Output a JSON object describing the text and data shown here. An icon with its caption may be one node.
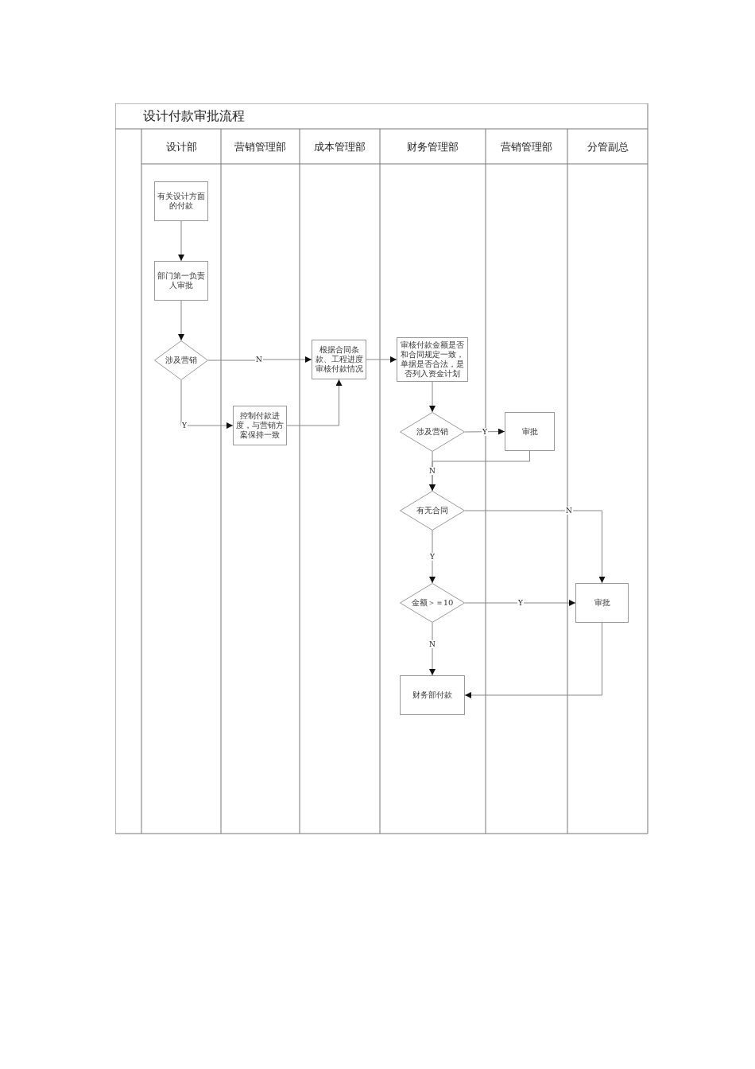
{
  "diagram": {
    "title": "设计付款审批流程",
    "nodes": [
      {
        "text": [
          "有关设计方面的付款"
        ]
      },
      {
        "text": [
          "部门第一负责人审批"
        ]
      },
      {
        "text": [
          "涉及营销"
        ]
      },
      {
        "text": [
          "控制付款进度，与营销方案保持一致"
        ]
      },
      {
        "text": [
          "根据合同条款、工程进度审核付款情况"
        ]
      },
      {
        "text": [
          "审核付款金额是否和合同规定一致，单据是否合法，是否列入资金计划"
        ]
      },
      {
        "text": [
          "涉及营销"
        ]
      },
      {
        "text": [
          "审批"
        ]
      },
      {
        "text": [
          "有无合同"
        ]
      },
      {
        "text": [
          "金额＞＝10"
        ]
      },
      {
        "text": [
          "审批"
        ]
      },
      {
        "text": [
          "财务部付款"
        ]
      }
    ],
    "edges": [
      {
        "from": 0,
        "to": 1,
        "arrow": "to"
      },
      {
        "from": 1,
        "to": 2,
        "arrow": "to"
      },
      {
        "from": 2,
        "to": 4,
        "arrow": "to",
        "label": "N"
      },
      {
        "from": 2,
        "to": 3,
        "arrow": "to",
        "label": "Y"
      },
      {
        "from": 3,
        "to": 4,
        "arrow": "to"
      },
      {
        "from": 4,
        "to": 5,
        "arrow": "to"
      },
      {
        "from": 5,
        "to": 6,
        "arrow": "to"
      },
      {
        "from": 6,
        "to": 7,
        "arrow": "to",
        "label": "Y"
      },
      {
        "from": 6,
        "to": 8,
        "arrow": "to",
        "label": "N"
      },
      {
        "from": 7,
        "to": 8,
        "arrow": "to"
      },
      {
        "from": 8,
        "to": 10,
        "arrow": "to",
        "label": "N"
      },
      {
        "from": 8,
        "to": 9,
        "arrow": "to",
        "label": "Y"
      },
      {
        "from": 9,
        "to": 10,
        "arrow": "to",
        "label": "Y"
      },
      {
        "from": 9,
        "to": 11,
        "arrow": "to",
        "label": "N"
      },
      {
        "from": 10,
        "to": 11,
        "arrow": "to"
      }
    ],
    "labels": [
      "设计部",
      "营销管理部",
      "成本管理部",
      "财务管理部",
      "营销管理部",
      "分管副总"
    ]
  }
}
